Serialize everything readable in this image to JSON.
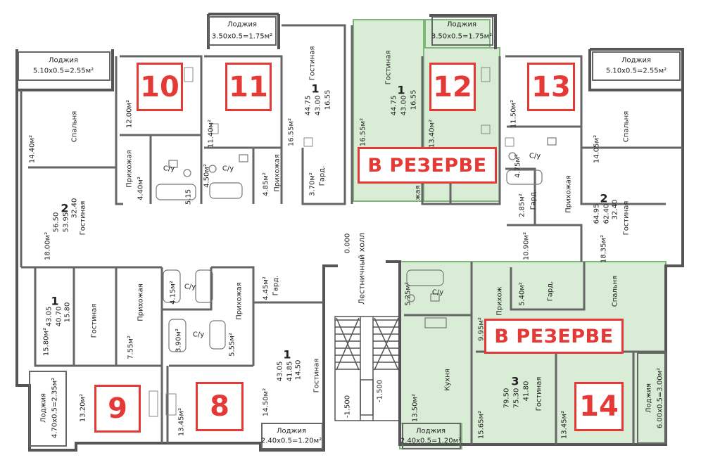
{
  "plan": {
    "hall": "Лестничный холл",
    "hall_level": "0.000",
    "stair_levels": [
      "-1.500",
      "-1.500"
    ],
    "reserve_label": "В РЕЗЕРВЕ",
    "colors": {
      "reserved_fill": "#d9ecd6",
      "reserved_stroke": "#7fb77a",
      "badge": "#e53935",
      "wall": "#555555"
    }
  },
  "units": [
    {
      "number": "10"
    },
    {
      "number": "11"
    },
    {
      "number": "12"
    },
    {
      "number": "13"
    },
    {
      "number": "9"
    },
    {
      "number": "8"
    },
    {
      "number": "14"
    }
  ],
  "loggias": [
    {
      "title": "Лоджия",
      "area": "3.50х0.5=1.75м²"
    },
    {
      "title": "Лоджия",
      "area": "3.50х0.5=1.75м²"
    },
    {
      "title": "Лоджия",
      "area": "5.10х0.5=2.55м²"
    },
    {
      "title": "Лоджия",
      "area": "5.10х0.5=2.55м²"
    },
    {
      "title": "Лоджия",
      "area": "2.40х0.5=1.20м²"
    },
    {
      "title": "Лоджия",
      "area": "2.40х0.5=1.20м²"
    },
    {
      "title": "Лоджия",
      "area": "4.70х0.5=2.35м²"
    },
    {
      "title": "Лоджия",
      "area": "6.00х0.5=3.00м²"
    }
  ],
  "rooms": {
    "a10": {
      "bedroom": "Спальня",
      "bedroom_area": "14.40м²",
      "living": "Гостиная",
      "living_area": "18.00м²",
      "kitchen_area": "12.00м²",
      "hall": "Прихожая",
      "hall_area": "4.40м²",
      "bath": "С/у",
      "bath_area": "5.15",
      "rooms": "2",
      "stats": [
        "32.40",
        "53.95",
        "56.50"
      ]
    },
    "a11": {
      "kitchen_area": "11.40м²",
      "bath": "С/у",
      "bath_area": "4.50м²",
      "hall": "Прихожая",
      "hall_area": "4.85м²",
      "living": "Гостиная",
      "living_area": "16.55м²",
      "closet": "Гард.",
      "closet_area": "3.70м²",
      "rooms": "1",
      "stats": [
        "16.55",
        "43.00",
        "44.75"
      ]
    },
    "a12": {
      "living": "Гостиная",
      "living_area": "16.55м²",
      "kitchen_area": "13.40м²",
      "hall_part": "жая",
      "rooms": "1",
      "stats": [
        "16.55",
        "43.00",
        "44.75"
      ]
    },
    "a13": {
      "kitchen_area": "11.50м²",
      "bath": "С/у",
      "bath_area": "4.75м²",
      "closet": "Гард.",
      "closet_area": "2.85м²",
      "hall": "Прихожая",
      "hall_area": "10.90м²",
      "bedroom": "Спальня",
      "bedroom_area": "14.05м²",
      "living": "Гостиная",
      "living_area": "18.35м²",
      "rooms": "2",
      "stats": [
        "32.40",
        "62.40",
        "64.95"
      ]
    },
    "a9": {
      "living": "Гостиная",
      "living_area": "15.80м²",
      "hall": "Прихожая",
      "hall_area": "7.55м²",
      "bath": "С/у",
      "bath_area": "4.15м²",
      "kitchen_area": "13.20м²",
      "rooms": "1",
      "stats": [
        "15.80",
        "40.70",
        "43.05"
      ]
    },
    "a8": {
      "hall": "Прихожая",
      "hall_area": "5.55м²",
      "bath": "С/у",
      "bath_area": "3.90м²",
      "closet": "Гард.",
      "closet_area": "4.45м²",
      "living": "Гостиная",
      "living_area": "14.50м²",
      "kitchen_area": "13.45м²",
      "rooms": "1",
      "stats": [
        "14.50",
        "41.85",
        "43.05"
      ]
    },
    "a14": {
      "bath": "С/у",
      "bath_area": "5.25м²",
      "hall": "Прихож",
      "hall_area": "9.95м²",
      "closet": "Гард.",
      "closet_area": "5.40м²",
      "bedroom": "Спальня",
      "kitchen": "Кухня",
      "kitchen_area": "13.50м²",
      "living": "Гостиная",
      "living_area": "15.65м²",
      "bedroom2_area": "13.45м²",
      "rooms": "3",
      "stats": [
        "41.80",
        "75.30",
        "79.50"
      ]
    }
  }
}
